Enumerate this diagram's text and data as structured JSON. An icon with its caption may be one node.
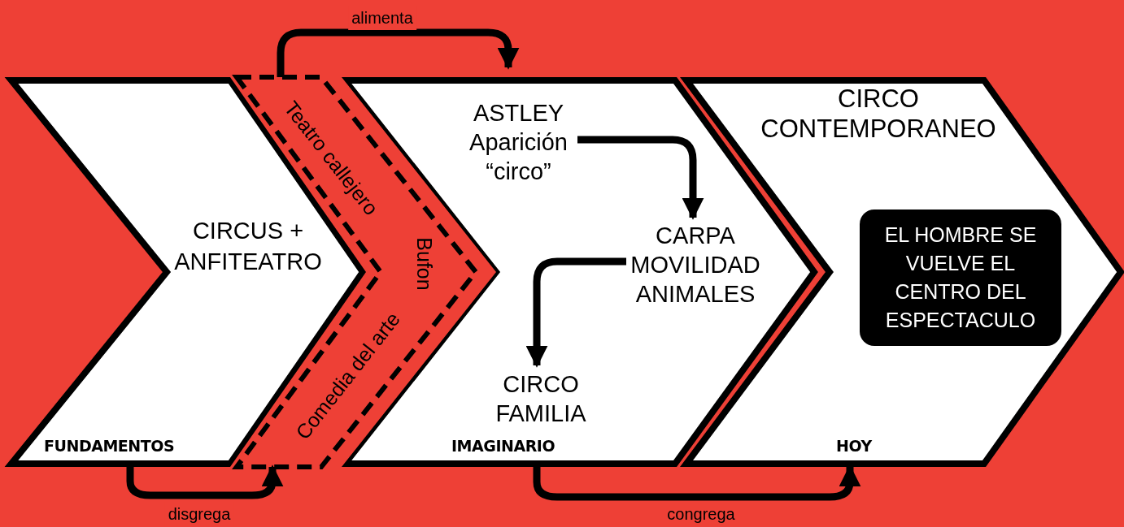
{
  "diagram": {
    "nodes": [
      {
        "text": [
          "CIRCUS + ANFITEATRO",
          "FUNDAMENTOS"
        ]
      },
      {
        "text": [
          "Teatro callejero",
          "Bufon",
          "Comedia del arte"
        ]
      },
      {
        "text": [
          "IMAGINARIO"
        ]
      },
      {
        "text": [
          "ASTLEY Aparición “circo”"
        ],
        "in": 2
      },
      {
        "text": [
          "CARPA MOVILIDAD ANIMALES"
        ],
        "in": 2
      },
      {
        "text": [
          "CIRCO FAMILIA"
        ],
        "in": 2
      },
      {
        "text": [
          "CIRCO CONTEMPORANEO",
          "HOY"
        ]
      },
      {
        "text": [
          "EL HOMBRE SE VUELVE EL CENTRO DEL ESPECTACULO"
        ],
        "in": 6
      }
    ],
    "edges": [
      {
        "from": 0,
        "to": 1,
        "arrow": "to",
        "label": "disgrega"
      },
      {
        "from": 1,
        "to": 2,
        "arrow": "to",
        "label": "alimenta"
      },
      {
        "from": 3,
        "to": 4,
        "arrow": "to"
      },
      {
        "from": 4,
        "to": 5,
        "arrow": "to"
      },
      {
        "from": 2,
        "to": 6,
        "arrow": "to",
        "label": "congrega"
      }
    ]
  }
}
